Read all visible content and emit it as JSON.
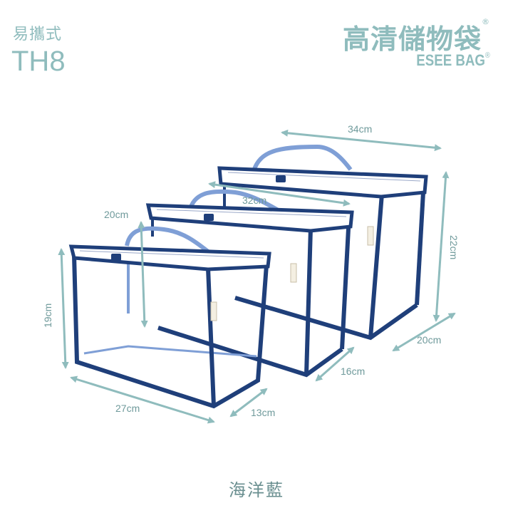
{
  "header": {
    "subtitle": "易攜式",
    "model": "TH8"
  },
  "brand": {
    "name_cn": "高清儲物袋",
    "name_en": "ESEE BAG",
    "mark": "®"
  },
  "dimensions": {
    "large_width": "34cm",
    "large_height": "22cm",
    "large_depth": "20cm",
    "medium_width": "32cm",
    "medium_height": "20cm",
    "medium_depth": "16cm",
    "small_width": "27cm",
    "small_height": "19cm",
    "small_depth": "13cm"
  },
  "product": {
    "color_name": "海洋藍"
  },
  "colors": {
    "accent": "#8fbcbd",
    "trim": "#1f3f7a",
    "handle": "#7f9fd6"
  }
}
